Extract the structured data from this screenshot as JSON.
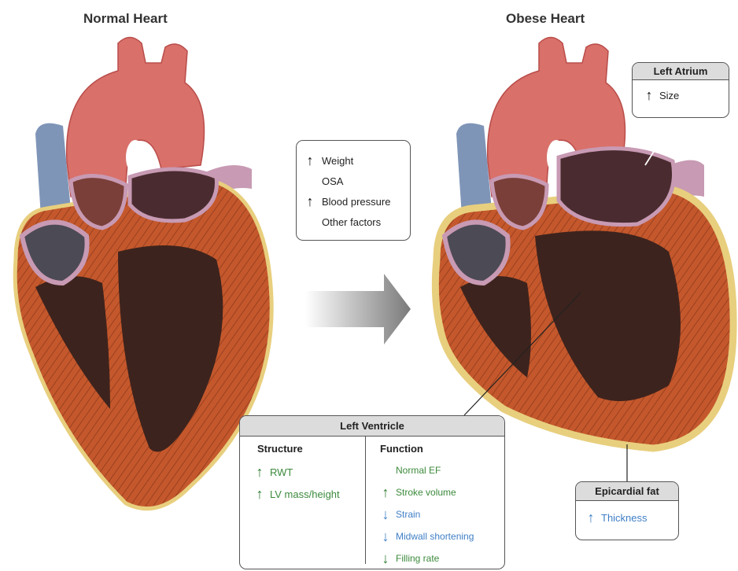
{
  "titles": {
    "normal": "Normal Heart",
    "obese": "Obese Heart"
  },
  "factors": [
    {
      "arrow": "up",
      "label": "Weight"
    },
    {
      "arrow": "",
      "label": "OSA"
    },
    {
      "arrow": "up",
      "label": "Blood pressure"
    },
    {
      "arrow": "",
      "label": "Other factors"
    }
  ],
  "left_atrium": {
    "title": "Left Atrium",
    "item": {
      "arrow": "up",
      "label": "Size"
    }
  },
  "left_ventricle": {
    "title": "Left Ventricle",
    "structure": {
      "heading": "Structure",
      "items": [
        {
          "arrow": "up",
          "label": "RWT"
        },
        {
          "arrow": "up",
          "label": "LV mass/height"
        }
      ]
    },
    "function": {
      "heading": "Function",
      "items": [
        {
          "arrow": "",
          "label": "Normal EF"
        },
        {
          "arrow": "up",
          "label": "Stroke volume"
        },
        {
          "arrow": "down",
          "label": "Strain"
        },
        {
          "arrow": "down",
          "label": "Midwall shortening"
        },
        {
          "arrow": "down",
          "label": "Filling rate"
        }
      ]
    }
  },
  "epicardial_fat": {
    "title": "Epicardial fat",
    "item": {
      "arrow": "up",
      "label": "Thickness"
    }
  },
  "colors": {
    "aorta": "#d9706a",
    "aorta_dark": "#b94d4a",
    "vena": "#7f95b8",
    "muscle": "#c4582c",
    "muscle_dark": "#8e3a1c",
    "chamber": "#3d231d",
    "fat": "#e8cf7e",
    "pulm": "#c89ab3",
    "green_text": "#3c8a3c",
    "blue_text": "#3f7fc6"
  }
}
